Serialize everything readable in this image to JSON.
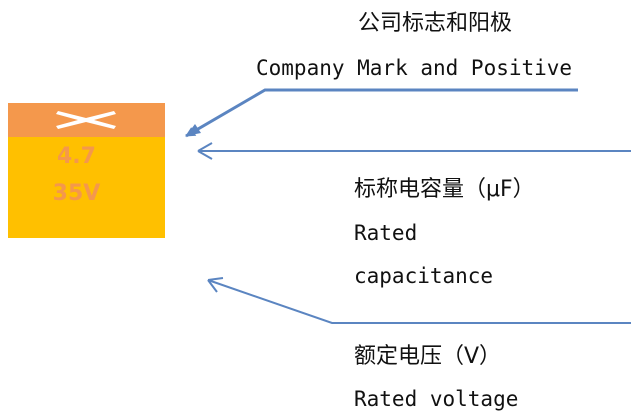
{
  "component": {
    "capacitance_value": "4.7",
    "voltage_value": "35V",
    "colors": {
      "band": "#f4984c",
      "body": "#ffc000",
      "text": "#f4984c",
      "mark": "#ffffff"
    }
  },
  "arrow_color": "#5b85c1",
  "labels": {
    "company_mark": {
      "zh": "公司标志和阳极",
      "en": "Company Mark and Positive"
    },
    "rated_capacitance": {
      "zh": "标称电容量（μF）",
      "en_line1": "Rated",
      "en_line2": "capacitance"
    },
    "rated_voltage": {
      "zh": "额定电压（V）",
      "en": "Rated voltage"
    }
  }
}
